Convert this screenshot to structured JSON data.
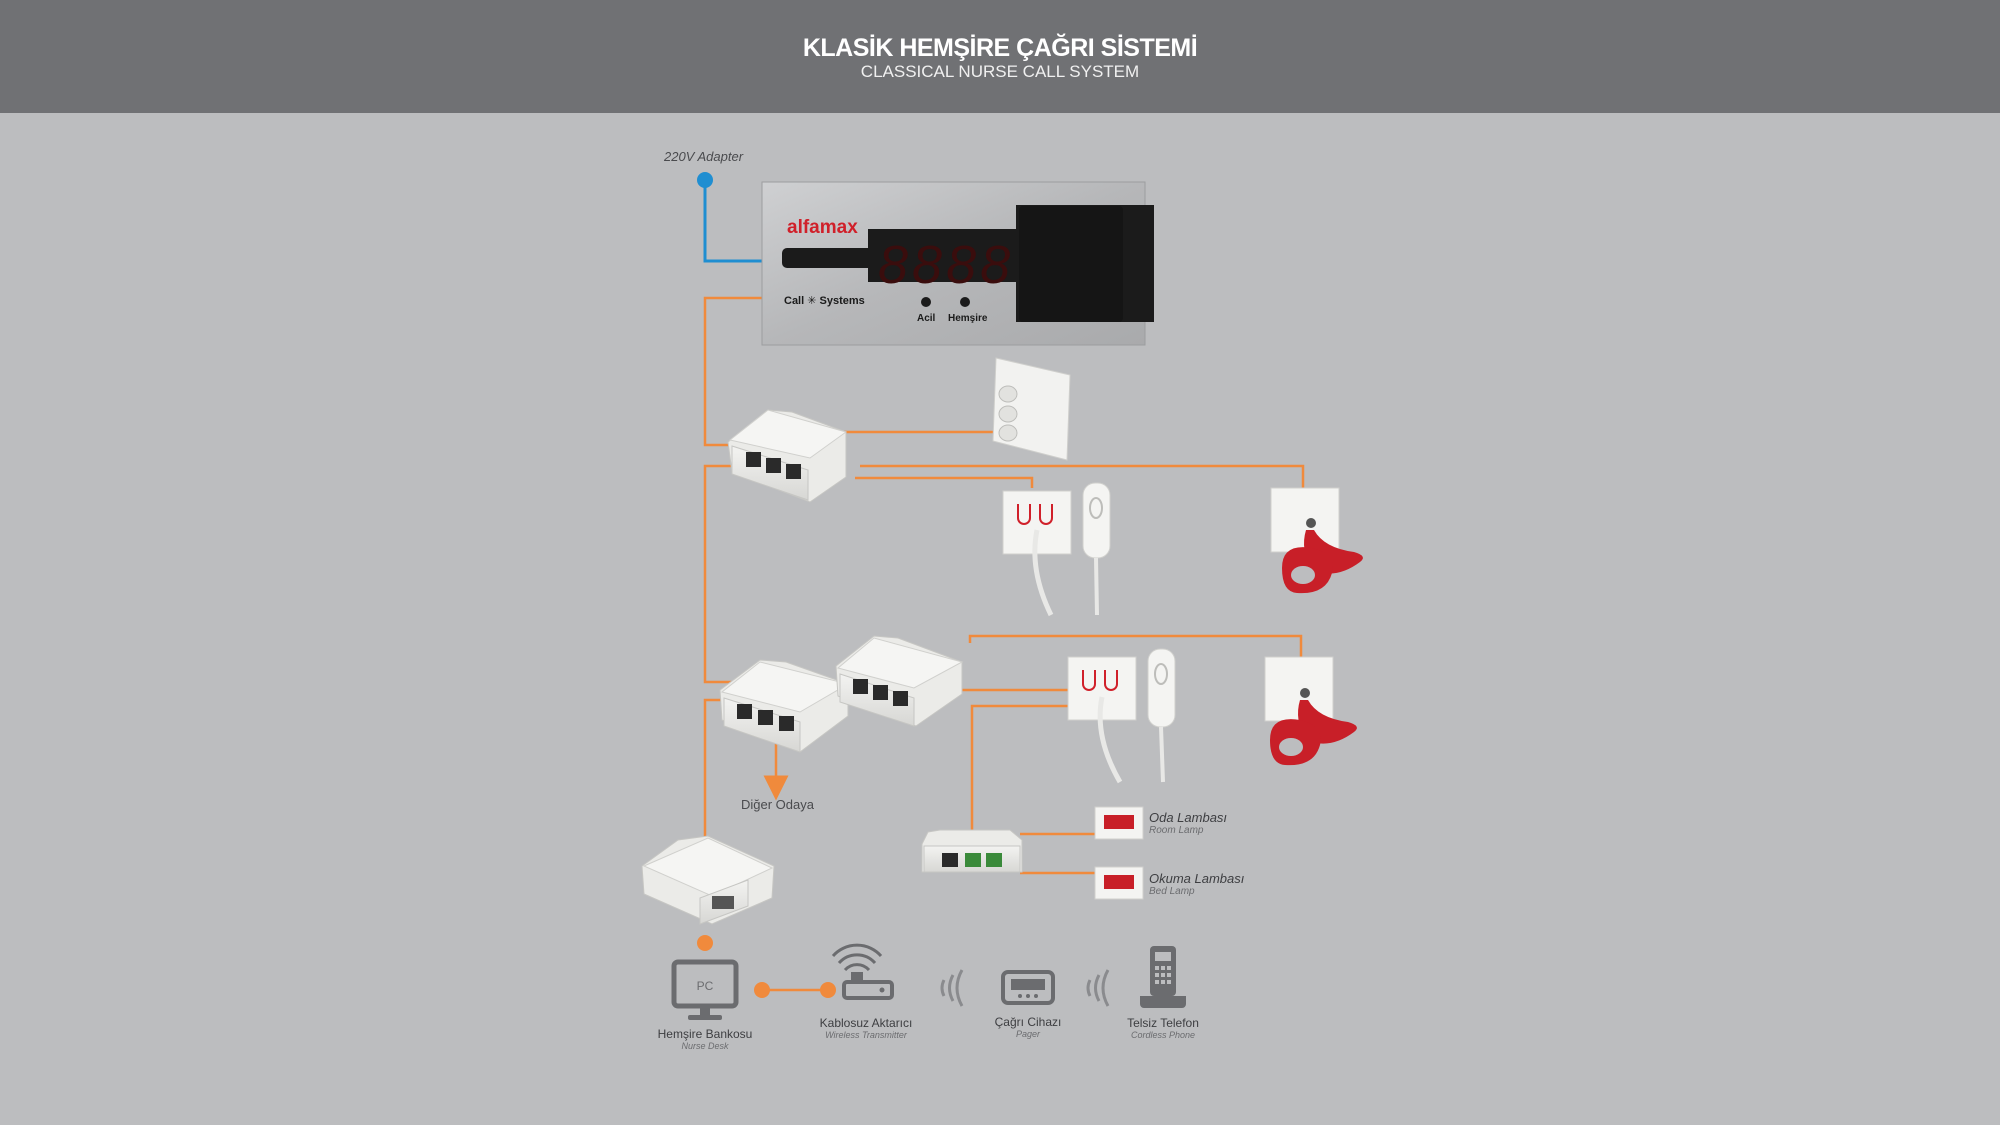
{
  "header": {
    "title": "KLASİK HEMŞİRE ÇAĞRI SİSTEMİ",
    "subtitle": "CLASSICAL NURSE CALL SYSTEM"
  },
  "colors": {
    "header_bg": "#707174",
    "canvas_bg": "#bcbdbf",
    "wire_orange": "#f08a3c",
    "wire_blue": "#1f8ed1",
    "icon_gray": "#6b6c6f",
    "brand_red": "#d0202a"
  },
  "labels": {
    "adapter": "220V Adapter",
    "other_room": "Diğer Odaya"
  },
  "panel": {
    "brand": "alfamax",
    "brand_tag": "Call ✳ Systems",
    "digits": "8888",
    "button_emergency": "Acil",
    "button_nurse": "Hemşire"
  },
  "lamps": [
    {
      "name": "Oda Lambası",
      "sub": "Room Lamp"
    },
    {
      "name": "Okuma Lambası",
      "sub": "Bed Lamp"
    }
  ],
  "devices": {
    "pc_label": "PC",
    "nurse_desk": {
      "name": "Hemşire Bankosu",
      "sub": "Nurse Desk"
    },
    "transmitter": {
      "name": "Kablosuz Aktarıcı",
      "sub": "Wireless Transmitter"
    },
    "pager": {
      "name": "Çağrı Cihazı",
      "sub": "Pager"
    },
    "phone": {
      "name": "Telsiz Telefon",
      "sub": "Cordless Phone"
    }
  }
}
